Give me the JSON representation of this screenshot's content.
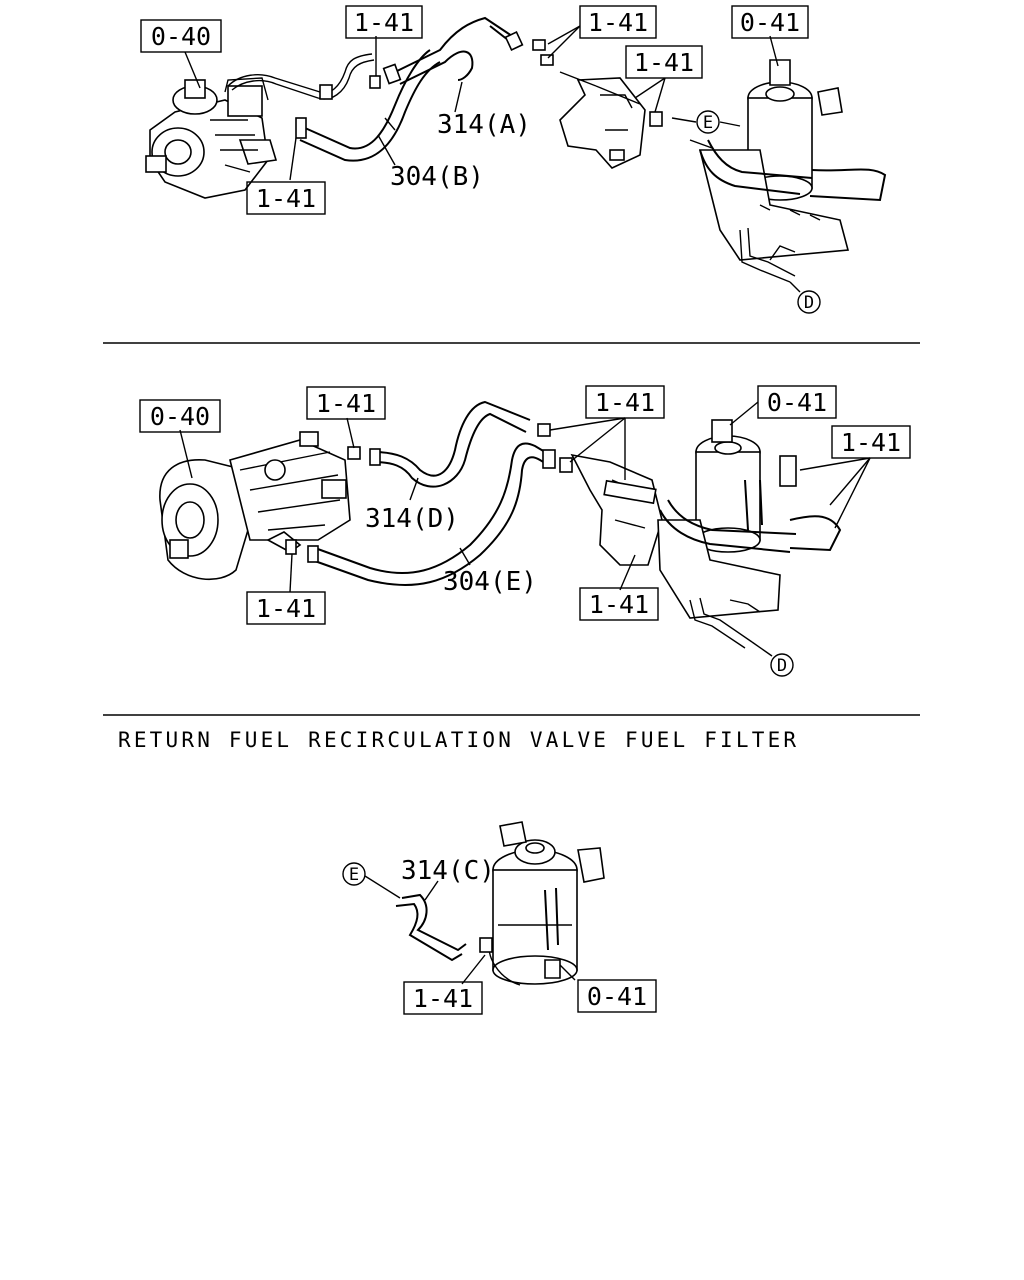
{
  "upper_diagram": {
    "pump_label": "0-40",
    "filter_label": "0-41",
    "clip_labels": [
      "1-41",
      "1-41",
      "1-41",
      "1-41"
    ],
    "hose_a_label": "314(A)",
    "hose_b_label": "304(B)",
    "connector_e": "E",
    "connector_d": "D"
  },
  "middle_diagram": {
    "pump_label": "0-40",
    "filter_label": "0-41",
    "clip_labels": [
      "1-41",
      "1-41",
      "1-41",
      "1-41",
      "1-41"
    ],
    "hose_d_label": "314(D)",
    "hose_e_label": "304(E)",
    "connector_d": "D"
  },
  "lower_diagram": {
    "caption": "RETURN FUEL RECIRCULATION VALVE FUEL FILTER",
    "hose_c_label": "314(C)",
    "clip_label": "1-41",
    "filter_label": "0-41",
    "connector_e": "E"
  }
}
